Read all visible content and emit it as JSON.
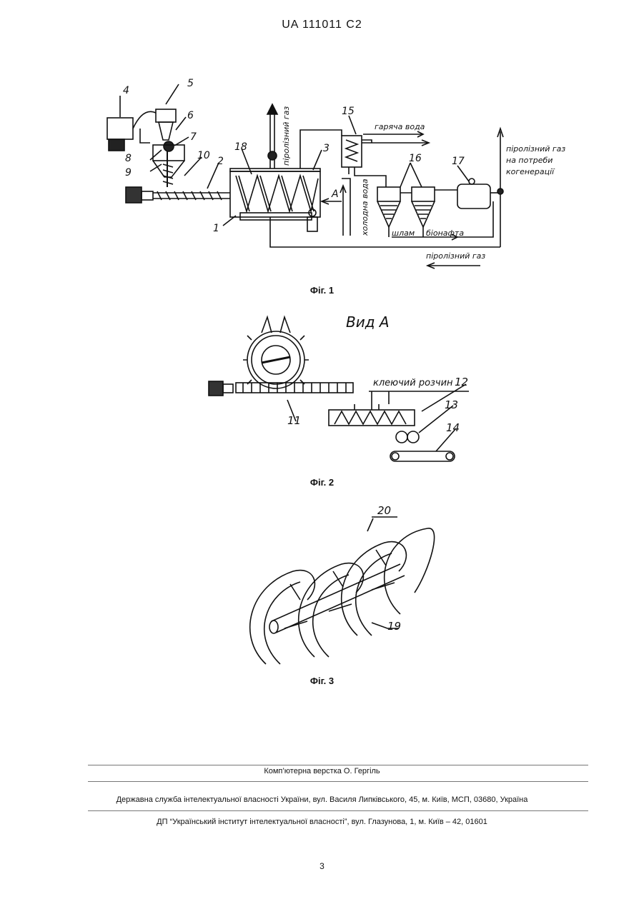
{
  "header": "UA   111011   C2",
  "fig1": {
    "caption": "Фіг. 1",
    "numbers": [
      "4",
      "5",
      "6",
      "7",
      "8",
      "9",
      "10",
      "2",
      "18",
      "3",
      "15",
      "16",
      "17",
      "1",
      "A"
    ],
    "labels": {
      "pyro_vertical": "піролізний газ",
      "hot_water": "гаряча вода",
      "cold_water": "холодна вода",
      "sludge": "шлам",
      "bio_oil": "біонафта",
      "pyro_bottom": "піролізний газ",
      "cogen_1": "піролізний газ",
      "cogen_2": "на потреби",
      "cogen_3": "когенерації"
    }
  },
  "fig2": {
    "caption": "Фіг. 2",
    "title": "Вид А",
    "glue": "клеючий розчин",
    "numbers": [
      "11",
      "12",
      "13",
      "14"
    ]
  },
  "fig3": {
    "caption": "Фіг. 3",
    "numbers": [
      "20",
      "19"
    ]
  },
  "footer": {
    "layout": "Комп’ютерна верстка О. Гергіль",
    "agency": "Державна служба інтелектуальної власності України, вул. Василя Липківського, 45, м. Київ, МСП, 03680, Україна",
    "institute": "ДП “Український інститут інтелектуальної власності”, вул. Глазунова, 1, м. Київ – 42, 01601",
    "page": "3"
  }
}
